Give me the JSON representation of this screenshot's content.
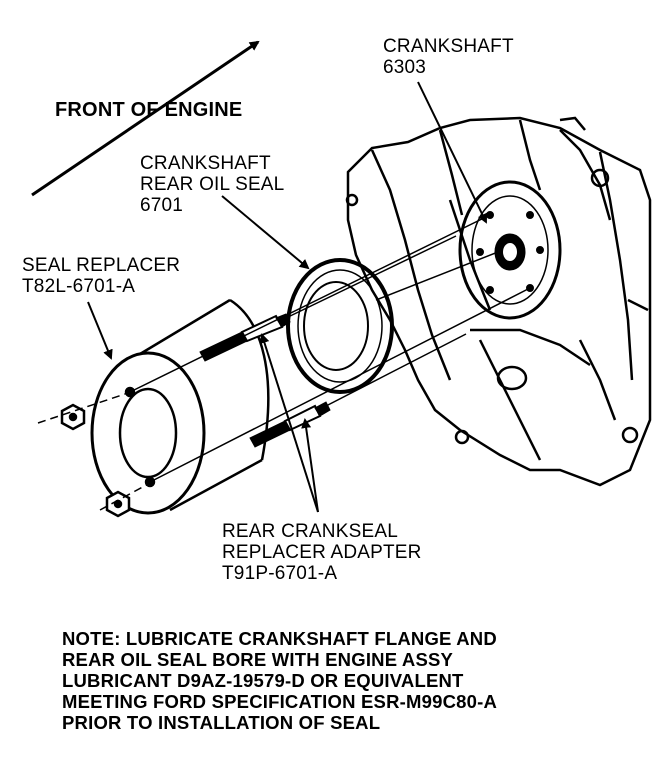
{
  "labels": {
    "front_of_engine": "FRONT OF ENGINE",
    "crankshaft": [
      "CRANKSHAFT",
      "6303"
    ],
    "rear_oil_seal": [
      "CRANKSHAFT",
      "REAR OIL SEAL",
      "6701"
    ],
    "seal_replacer": [
      "SEAL REPLACER",
      "T82L-6701-A"
    ],
    "adapter": [
      "REAR CRANKSEAL",
      "REPLACER ADAPTER",
      "T91P-6701-A"
    ]
  },
  "note": [
    "NOTE: LUBRICATE CRANKSHAFT FLANGE AND",
    "REAR OIL SEAL BORE WITH ENGINE ASSY",
    "LUBRICANT D9AZ-19579-D OR EQUIVALENT",
    "MEETING FORD SPECIFICATION ESR-M99C80-A",
    "PRIOR TO INSTALLATION OF SEAL"
  ],
  "colors": {
    "ink": "#000000",
    "paper": "#ffffff"
  }
}
